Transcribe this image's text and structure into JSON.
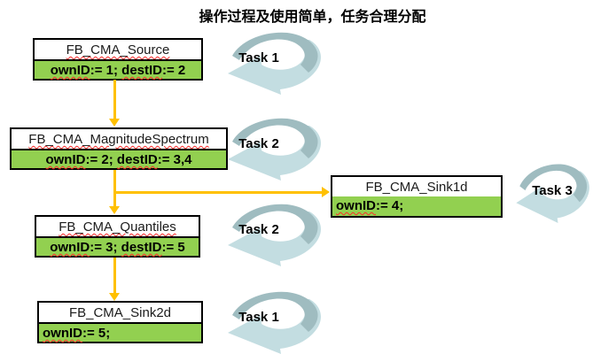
{
  "title": "操作过程及使用简单，任务合理分配",
  "colors": {
    "green": "#92D050",
    "arrow": "#FFC000",
    "swirl_dark": "#9FBCC0",
    "swirl_light": "#C3DDE1",
    "squiggle": "#FF2A2A"
  },
  "blocks": [
    {
      "name": "FB_CMA_Source",
      "params": [
        "ownID",
        ":= 1; ",
        "destID",
        ":= 2"
      ]
    },
    {
      "name": "FB_CMA_MagnitudeSpectrum",
      "params": [
        "ownID",
        ":= 2; ",
        "destID",
        ":= 3,4"
      ]
    },
    {
      "name": "FB_CMA_Quantiles",
      "params": [
        "ownID",
        ":= 3; ",
        "destID",
        ":= 5"
      ]
    },
    {
      "name": "FB_CMA_Sink2d",
      "params": [
        "ownID",
        ":= 5;"
      ]
    },
    {
      "name": "FB_CMA_Sink1d",
      "params": [
        "ownID",
        ":= 4;"
      ]
    }
  ],
  "tasks": [
    {
      "label": "Task 1"
    },
    {
      "label": "Task 2"
    },
    {
      "label": "Task 2"
    },
    {
      "label": "Task 1"
    },
    {
      "label": "Task 3"
    }
  ]
}
